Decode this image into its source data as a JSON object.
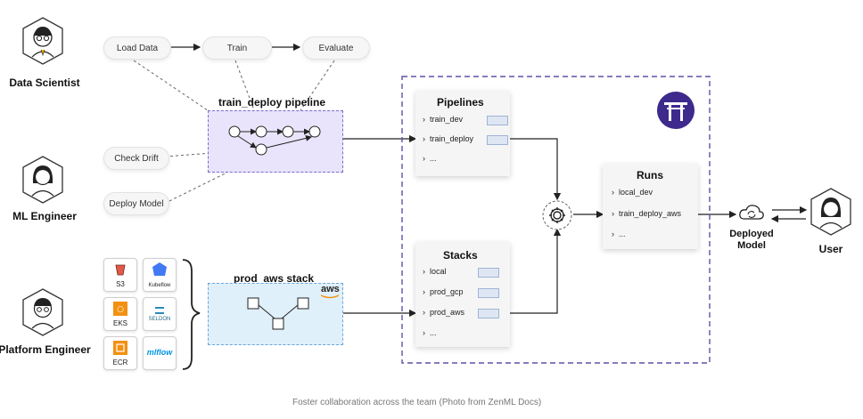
{
  "roles": {
    "data_scientist": "Data Scientist",
    "ml_engineer": "ML Engineer",
    "platform_engineer": "Platform Engineer",
    "user": "User"
  },
  "steps": {
    "load_data": "Load Data",
    "train": "Train",
    "evaluate": "Evaluate",
    "check_drift": "Check Drift",
    "deploy_model": "Deploy Model"
  },
  "pipeline_box": {
    "title": "train_deploy pipeline"
  },
  "stack_box": {
    "title": "prod_aws stack",
    "brand": "aws"
  },
  "tools": {
    "s3": "S3",
    "kubeflow": "Kubeflow",
    "eks": "EKS",
    "seldon": "SELDON",
    "ecr": "ECR",
    "mlflow": "mlflow"
  },
  "pipelines_card": {
    "title": "Pipelines",
    "items": [
      "train_dev",
      "train_deploy",
      "..."
    ]
  },
  "stacks_card": {
    "title": "Stacks",
    "items": [
      "local",
      "prod_gcp",
      "prod_aws",
      "..."
    ]
  },
  "runs_card": {
    "title": "Runs",
    "items": [
      "local_dev",
      "train_deploy_aws",
      "..."
    ]
  },
  "deployed_model": {
    "line1": "Deployed",
    "line2": "Model"
  },
  "caption": "Foster collaboration across the team (Photo from ZenML Docs)",
  "colors": {
    "pipeline_fill": "#e9e4fb",
    "stack_fill": "#e0f0fb",
    "zenml_purple": "#3d2a8c",
    "aws_orange": "#f29111",
    "dashed_border": "#5b52a8"
  },
  "icons": [
    "person-avatar-icon",
    "gear-icon",
    "cloud-sync-icon",
    "torii-gate-icon",
    "bucket-icon",
    "kubeflow-icon",
    "eks-icon",
    "seldon-icon",
    "ecr-icon",
    "mlflow-icon"
  ]
}
